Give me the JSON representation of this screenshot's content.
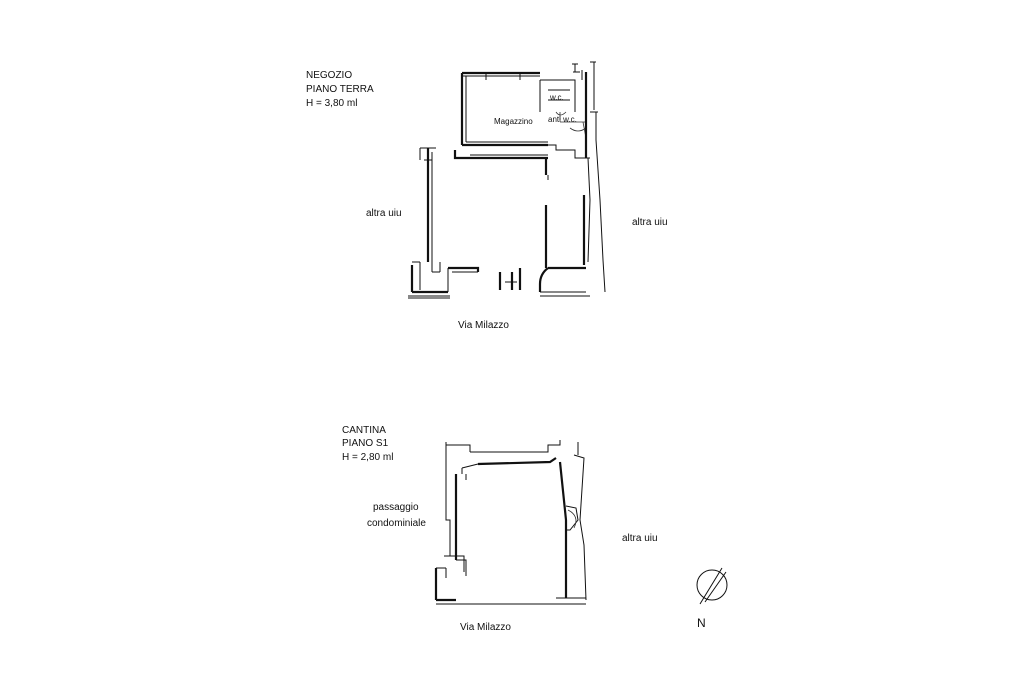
{
  "ground_floor": {
    "title": "NEGOZIO",
    "level": "PIANO TERRA",
    "height": "H = 3,80 ml",
    "room_storage": "Magazzino",
    "room_wc": "w.c.",
    "room_antiwc": "anti w.c.",
    "neighbor_left": "altra uiu",
    "neighbor_right": "altra uiu",
    "street": "Via Milazzo"
  },
  "basement": {
    "title": "CANTINA",
    "level": "PIANO S1",
    "height": "H = 2,80 ml",
    "corridor_line1": "passaggio",
    "corridor_line2": "condominiale",
    "neighbor_right": "altra uiu",
    "street": "Via Milazzo"
  },
  "north_arrow": {
    "label": "N"
  }
}
